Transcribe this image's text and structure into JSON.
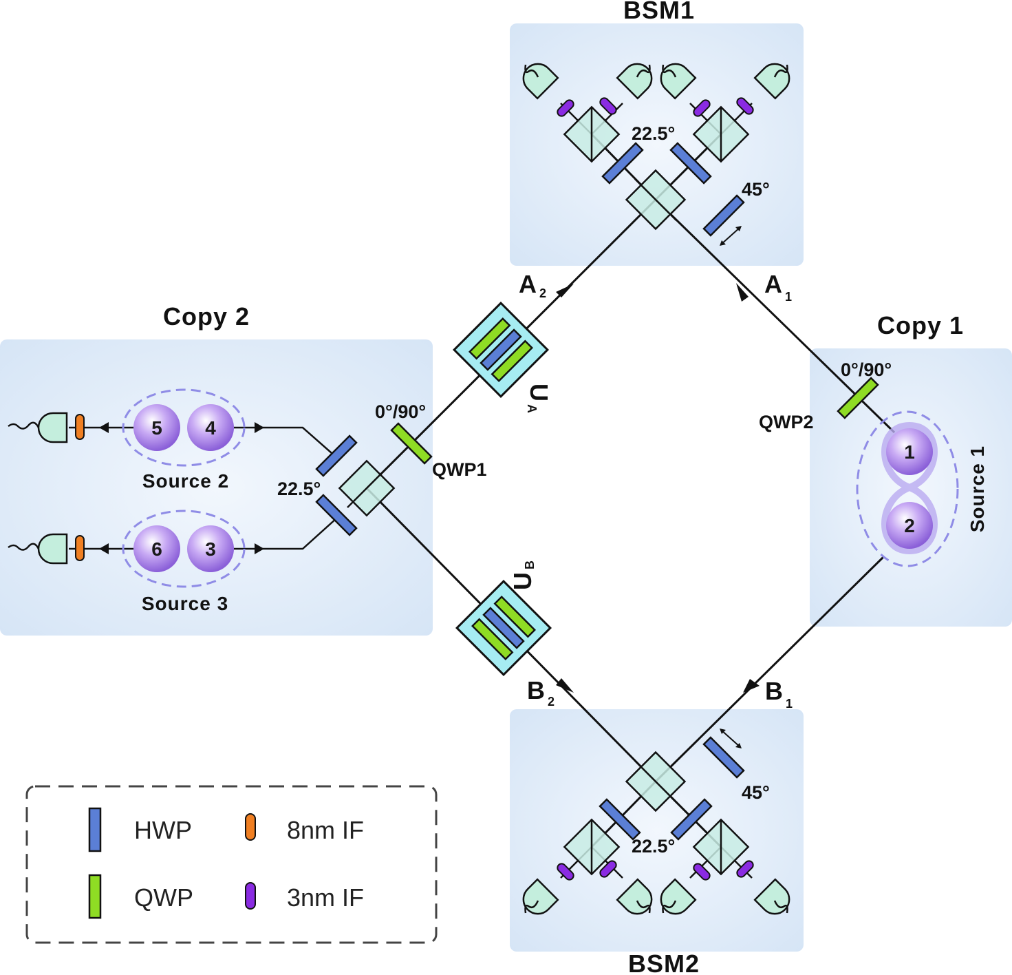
{
  "labels": {
    "bsm1": "BSM1",
    "bsm2": "BSM2",
    "copy1": "Copy 1",
    "copy2": "Copy 2",
    "source1": "Source 1",
    "source2": "Source 2",
    "source3": "Source 3",
    "qwp1": "QWP1",
    "qwp2": "QWP2",
    "angle_qwp1": "0°/90°",
    "angle_qwp2": "0°/90°",
    "angle_225_bsm1": "22.5°",
    "angle_225_bsm2": "22.5°",
    "angle_225_copy2": "22.5°",
    "angle_45_bsm1": "45°",
    "angle_45_bsm2": "45°",
    "path_a1": "A",
    "path_a1_sub": "1",
    "path_a2": "A",
    "path_a2_sub": "2",
    "path_b1": "B",
    "path_b1_sub": "1",
    "path_b2": "B",
    "path_b2_sub": "2",
    "ua": "U",
    "ua_sub": "A",
    "ub": "U",
    "ub_sub": "B"
  },
  "photons": {
    "p1": "1",
    "p2": "2",
    "p3": "3",
    "p4": "4",
    "p5": "5",
    "p6": "6"
  },
  "legend": {
    "hwp": "HWP",
    "qwp": "QWP",
    "if8": "8nm IF",
    "if3": "3nm IF"
  },
  "colors": {
    "hwp": "#5b7fd6",
    "qwp": "#8fdc24",
    "if8": "#f07f22",
    "if3": "#8a2be2",
    "panel": "#dce9f8",
    "photon": "#b48ef0"
  }
}
